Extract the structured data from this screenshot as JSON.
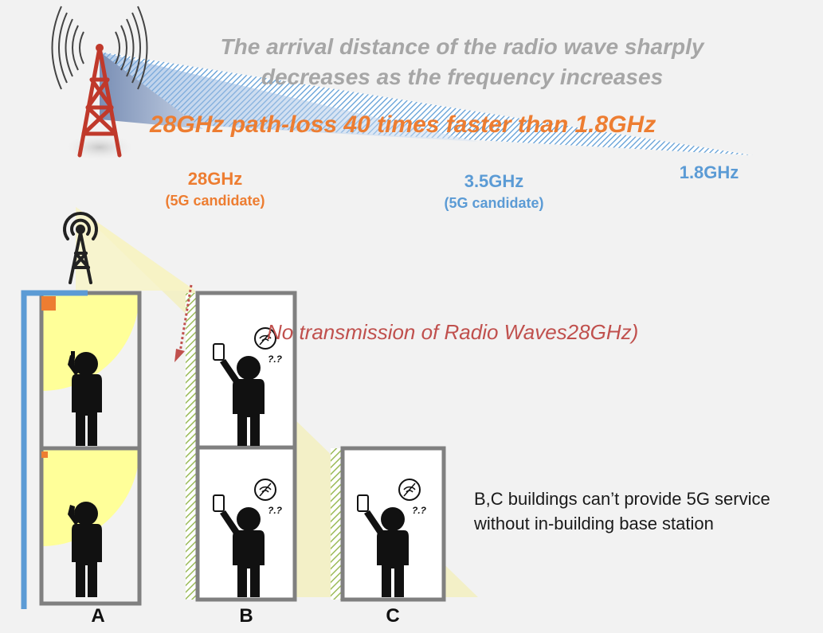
{
  "headline": {
    "line1": "The arrival distance of the radio wave sharply",
    "line2": "decreases as the frequency increases"
  },
  "pathloss_text": "28GHz path-loss 40 times faster than 1.8GHz",
  "frequencies": [
    {
      "freq": "28GHz",
      "note": "(5G candidate)",
      "color": "#ed7d31"
    },
    {
      "freq": "3.5GHz",
      "note": "(5G candidate)",
      "color": "#5b9bd5"
    },
    {
      "freq": "1.8GHz",
      "note": "",
      "color": "#5b9bd5"
    }
  ],
  "no_transmission_text": "No transmission of Radio Waves28GHz)",
  "service_note": "B,C buildings can’t provide 5G service without in-building base station",
  "buildings": [
    {
      "label": "A",
      "floors": 2,
      "has_base_station": true
    },
    {
      "label": "B",
      "floors": 2,
      "has_base_station": false
    },
    {
      "label": "C",
      "floors": 1,
      "has_base_station": false
    }
  ],
  "icons": [
    "radio-tower-icon",
    "small-tower-icon",
    "person-phone-icon",
    "no-signal-bubble-icon"
  ],
  "colors": {
    "orange": "#ed7d31",
    "blue": "#5b9bd5",
    "gray_text": "#a6a6a6",
    "red_text": "#c0504d",
    "tower_red": "#c0392b",
    "coverage_yellow": "#ffff99",
    "wall_green": "#9bbb59",
    "building_frame": "#808080"
  }
}
